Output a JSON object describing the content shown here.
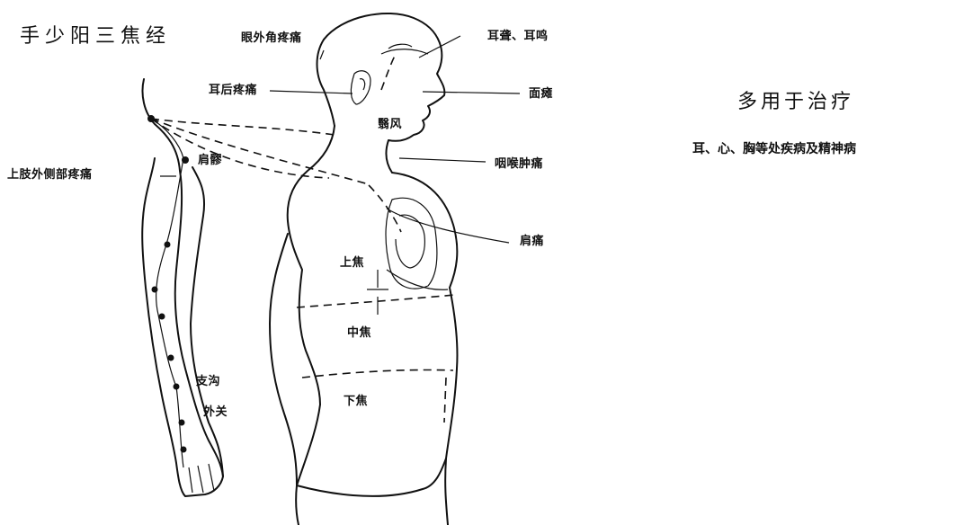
{
  "title": "手少阳三焦经",
  "indications": {
    "heading": "多用于治疗",
    "text": "耳、心、胸等处疾病及精神病"
  },
  "labels": {
    "outer_canthus_pain": "眼外角疼痛",
    "tinnitus": "耳聋、耳鸣",
    "retroauricular_pain": "耳后疼痛",
    "facial_paralysis": "面瘫",
    "yifeng": "翳风",
    "upper_arm_pain": "上肢外侧部疼痛",
    "jianliao": "肩髎",
    "sore_throat": "咽喉肿痛",
    "shoulder_pain": "肩痛",
    "upper_jiao": "上焦",
    "middle_jiao": "中焦",
    "lower_jiao": "下焦",
    "zhigou": "支沟",
    "waiguan": "外关"
  }
}
